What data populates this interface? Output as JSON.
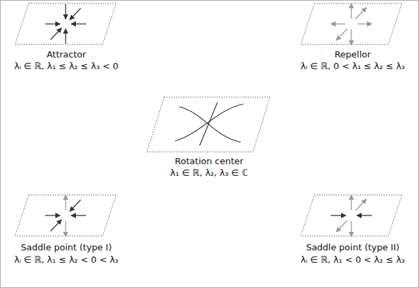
{
  "diagram": {
    "labels": [
      "Attractor",
      "λᵢ ∈ ℝ, λ₁ ≤ λ₂ ≤ λ₃ < 0",
      "Repellor",
      "λᵢ ∈ ℝ, 0 < λ₁ ≤ λ₂ ≤ λ₃",
      "Rotation center",
      "λ₁ ∈ ℝ, λ₂, λ₃ ∈ ℂ",
      "Saddle point (type I)",
      "λᵢ ∈ ℝ, λ₁ ≤ λ₂ < 0 < λ₃",
      "Saddle point (type II)",
      "λᵢ ∈ ℝ, λ₁ < 0 < λ₂ ≤ λ₃"
    ]
  }
}
